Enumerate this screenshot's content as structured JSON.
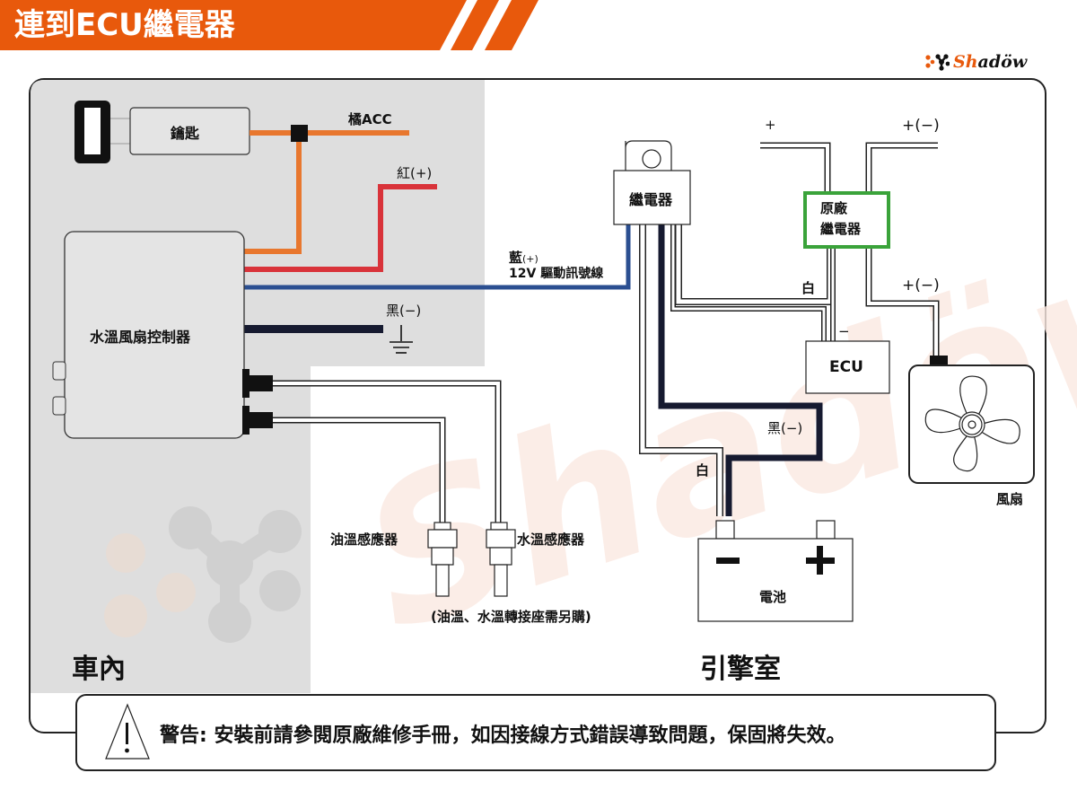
{
  "header": {
    "title": "連到ECU繼電器",
    "accent_color": "#e8590c"
  },
  "logo": {
    "icon": "molecule-dots-icon",
    "text_orange": "Sh",
    "text_dark": "adöw",
    "full_text": "Shadöw"
  },
  "zones": {
    "cabin": "車內",
    "engine_bay": "引擎室"
  },
  "components": {
    "key": "鑰匙",
    "controller": "水溫風扇控制器",
    "relay": "繼電器",
    "oem_relay_line1": "原廠",
    "oem_relay_line2": "繼電器",
    "ecu": "ECU",
    "fan": "風扇",
    "battery": "電池",
    "battery_neg": "−",
    "battery_pos": "+",
    "oil_sensor": "油溫感應器",
    "water_sensor": "水溫感應器",
    "sensor_note": "(油溫、水溫轉接座需另購)"
  },
  "wires": {
    "orange_acc": "橘ACC",
    "red_pos": "紅(+)",
    "blue_pos": "藍",
    "blue_pos_suffix": "(+)",
    "blue_desc": "12V 驅動訊號線",
    "black_neg_cabin": "黑(−)",
    "black_neg_engine": "黑(−)",
    "white_1": "白",
    "white_2": "白",
    "oem_plus": "+",
    "oem_plus_minus_top": "+(−)",
    "oem_plus_minus_fan": "+(−)",
    "ecu_minus": "−"
  },
  "wire_colors": {
    "orange": "#e8772e",
    "red": "#d9333a",
    "blue": "#2b4f91",
    "black": "#161a30",
    "green_box": "#3aa33a",
    "cabin_bg": "#dedede"
  },
  "warning": {
    "icon": "warning-triangle-icon",
    "text": "警告: 安裝前請參閱原廠維修手冊，如因接線方式錯誤導致問題，保固將失效。"
  }
}
